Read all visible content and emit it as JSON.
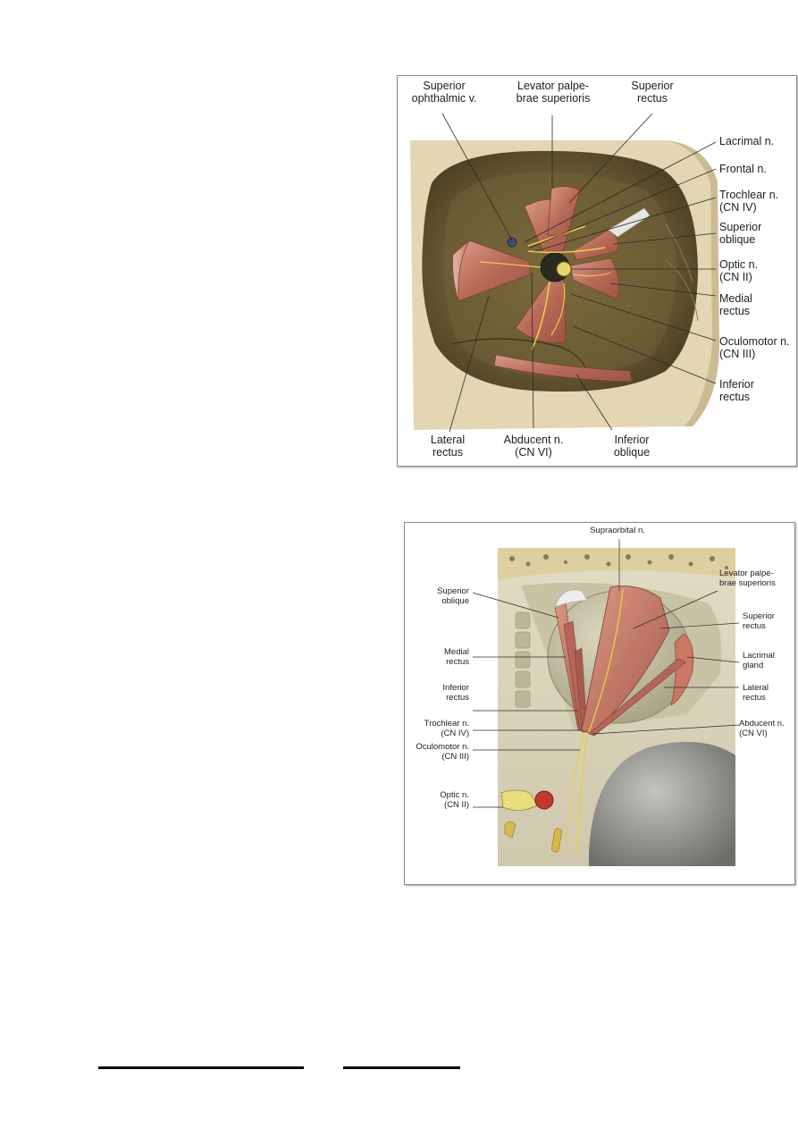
{
  "figure_1": {
    "labels": {
      "superior_ophthalmic_v": "Superior\nophthalmic v.",
      "levator_palpebrae_superioris": "Levator palpe-\nbrae superioris",
      "superior_rectus": "Superior\nrectus",
      "lacrimal_n": "Lacrimal n.",
      "frontal_n": "Frontal n.",
      "trochlear_n": "Trochlear n.\n(CN IV)",
      "superior_oblique": "Superior\noblique",
      "optic_n": "Optic n.\n(CN II)",
      "medial_rectus": "Medial\nrectus",
      "oculomotor_n": "Oculomotor n.\n(CN III)",
      "inferior_rectus": "Inferior\nrectus",
      "lateral_rectus": "Lateral\nrectus",
      "abducent_n": "Abducent n.\n(CN VI)",
      "inferior_oblique": "Inferior\noblique"
    }
  },
  "figure_2": {
    "labels": {
      "supraorbital_n": "Supraorbital n.",
      "levator_palpebrae_superioris": "Levator palpe-\nbrae superioris",
      "superior_oblique": "Superior\noblique",
      "superior_rectus": "Superior\nrectus",
      "medial_rectus": "Medial\nrectus",
      "lacrimal_gland": "Lacrimal\ngland",
      "inferior_rectus": "Inferior\nrectus",
      "lateral_rectus": "Lateral\nrectus",
      "trochlear_n": "Trochlear n.\n(CN IV)",
      "abducent_n": "Abducent n.\n(CN VI)",
      "oculomotor_n": "Oculomotor n.\n(CN III)",
      "optic_n": "Optic n.\n(CN II)"
    }
  }
}
